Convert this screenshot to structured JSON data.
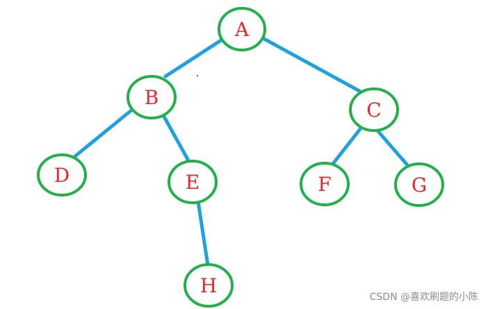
{
  "tree": {
    "nodes": [
      {
        "id": "A",
        "label": "A"
      },
      {
        "id": "B",
        "label": "B"
      },
      {
        "id": "C",
        "label": "C"
      },
      {
        "id": "D",
        "label": "D"
      },
      {
        "id": "E",
        "label": "E"
      },
      {
        "id": "F",
        "label": "F"
      },
      {
        "id": "G",
        "label": "G"
      },
      {
        "id": "H",
        "label": "H"
      }
    ],
    "edges": [
      {
        "from": "A",
        "to": "B"
      },
      {
        "from": "A",
        "to": "C"
      },
      {
        "from": "B",
        "to": "D"
      },
      {
        "from": "B",
        "to": "E"
      },
      {
        "from": "E",
        "to": "H"
      },
      {
        "from": "C",
        "to": "F"
      },
      {
        "from": "C",
        "to": "G"
      }
    ]
  },
  "colors": {
    "edge": "#1ea0e1",
    "node_border": "#22b04b",
    "node_label": "#e8262b",
    "watermark": "#8a8a8a"
  },
  "watermark": "CSDN @喜欢刷题的小陈"
}
